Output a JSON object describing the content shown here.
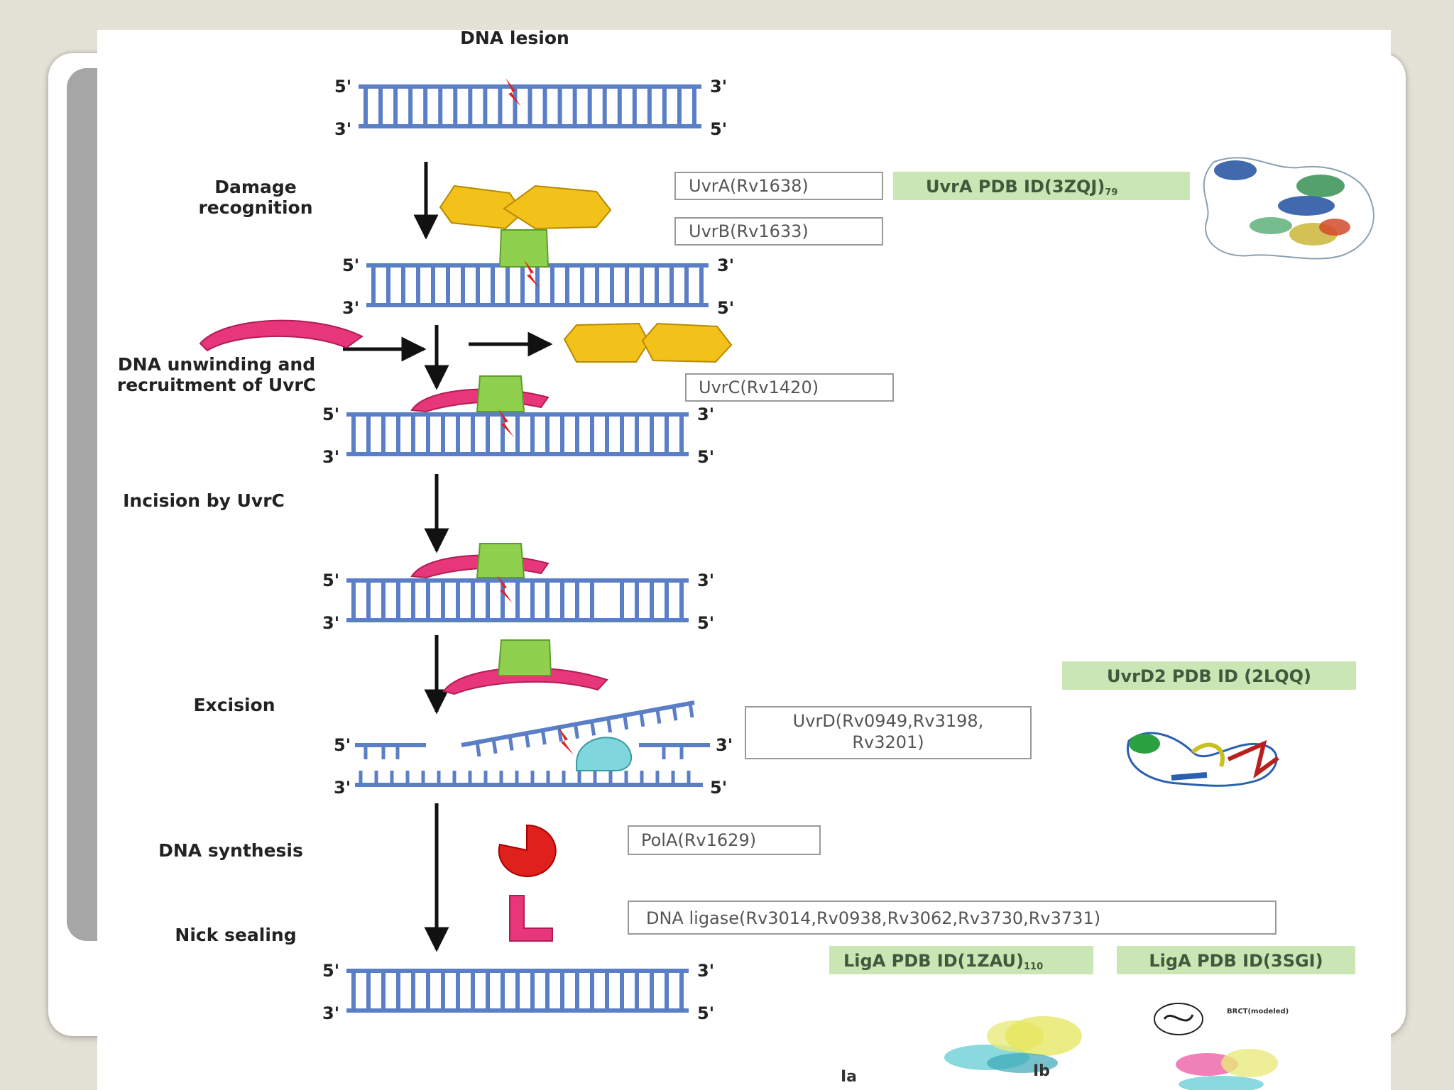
{
  "title": "DNA lesion",
  "ends": {
    "five": "5'",
    "three": "3'"
  },
  "steps": {
    "damage_recognition": [
      "Damage",
      "recognition"
    ],
    "unwinding": [
      "DNA unwinding and",
      "recruitment of UvrC"
    ],
    "incision": "Incision by UvrC",
    "excision": "Excision",
    "synthesis": "DNA synthesis",
    "nick_sealing": "Nick sealing"
  },
  "genes": {
    "uvra": "UvrA(Rv1638)",
    "uvrb": "UvrB(Rv1633)",
    "uvrc": "UvrC(Rv1420)",
    "uvrd_line1": "UvrD(Rv0949,Rv3198,",
    "uvrd_line2": "Rv3201)",
    "pola": "PolA(Rv1629)",
    "ligase": "DNA ligase(Rv3014,Rv0938,Rv3062,Rv3730,Rv3731)"
  },
  "pdb": {
    "uvra": "UvrA PDB ID(3ZQJ)",
    "uvra_ref": "79",
    "uvrd2": "UvrD2 PDB ID (2LQQ)",
    "liga1": "LigA PDB ID(1ZAU)",
    "liga1_ref": "110",
    "liga2": "LigA PDB ID(3SGI)"
  },
  "structure_labels": {
    "ia": "Ia",
    "ib": "Ib",
    "bact": "BRCT(modeled)"
  },
  "colors": {
    "dna": "#5b7fc6",
    "uvra": "#f2c21a",
    "uvrb": "#8fd14f",
    "uvrc": "#e8367a",
    "lesion": "#e02020",
    "uvrd": "#7fd6dc",
    "pola": "#e0201c",
    "ligase": "#e8367a",
    "pdb_box": "#c9e6b4"
  }
}
